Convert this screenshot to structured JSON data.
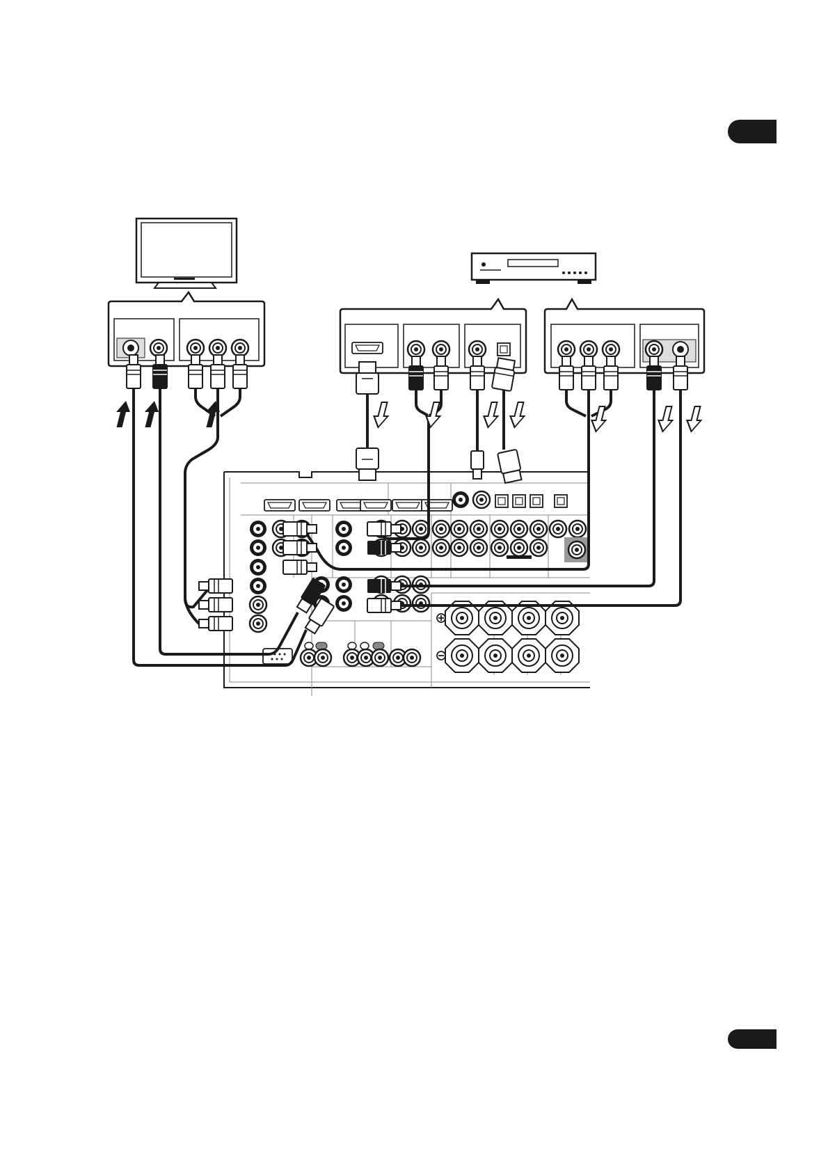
{
  "page": {
    "background": "#ffffff",
    "ink": "#1a1a1a"
  },
  "section_tab": {
    "color": "#1a1a1a"
  },
  "page_tab": {
    "color": "#1a1a1a"
  },
  "devices": {
    "tv": {
      "icon": "tv-icon"
    },
    "player": {
      "icon": "disc-player-icon"
    },
    "receiver": {
      "icon": "av-receiver-rear-panel-icon"
    }
  },
  "arrows": {
    "to_tv": {
      "count": 3,
      "style": "filled"
    },
    "from_player": {
      "count": 7,
      "style": "outlined"
    }
  }
}
